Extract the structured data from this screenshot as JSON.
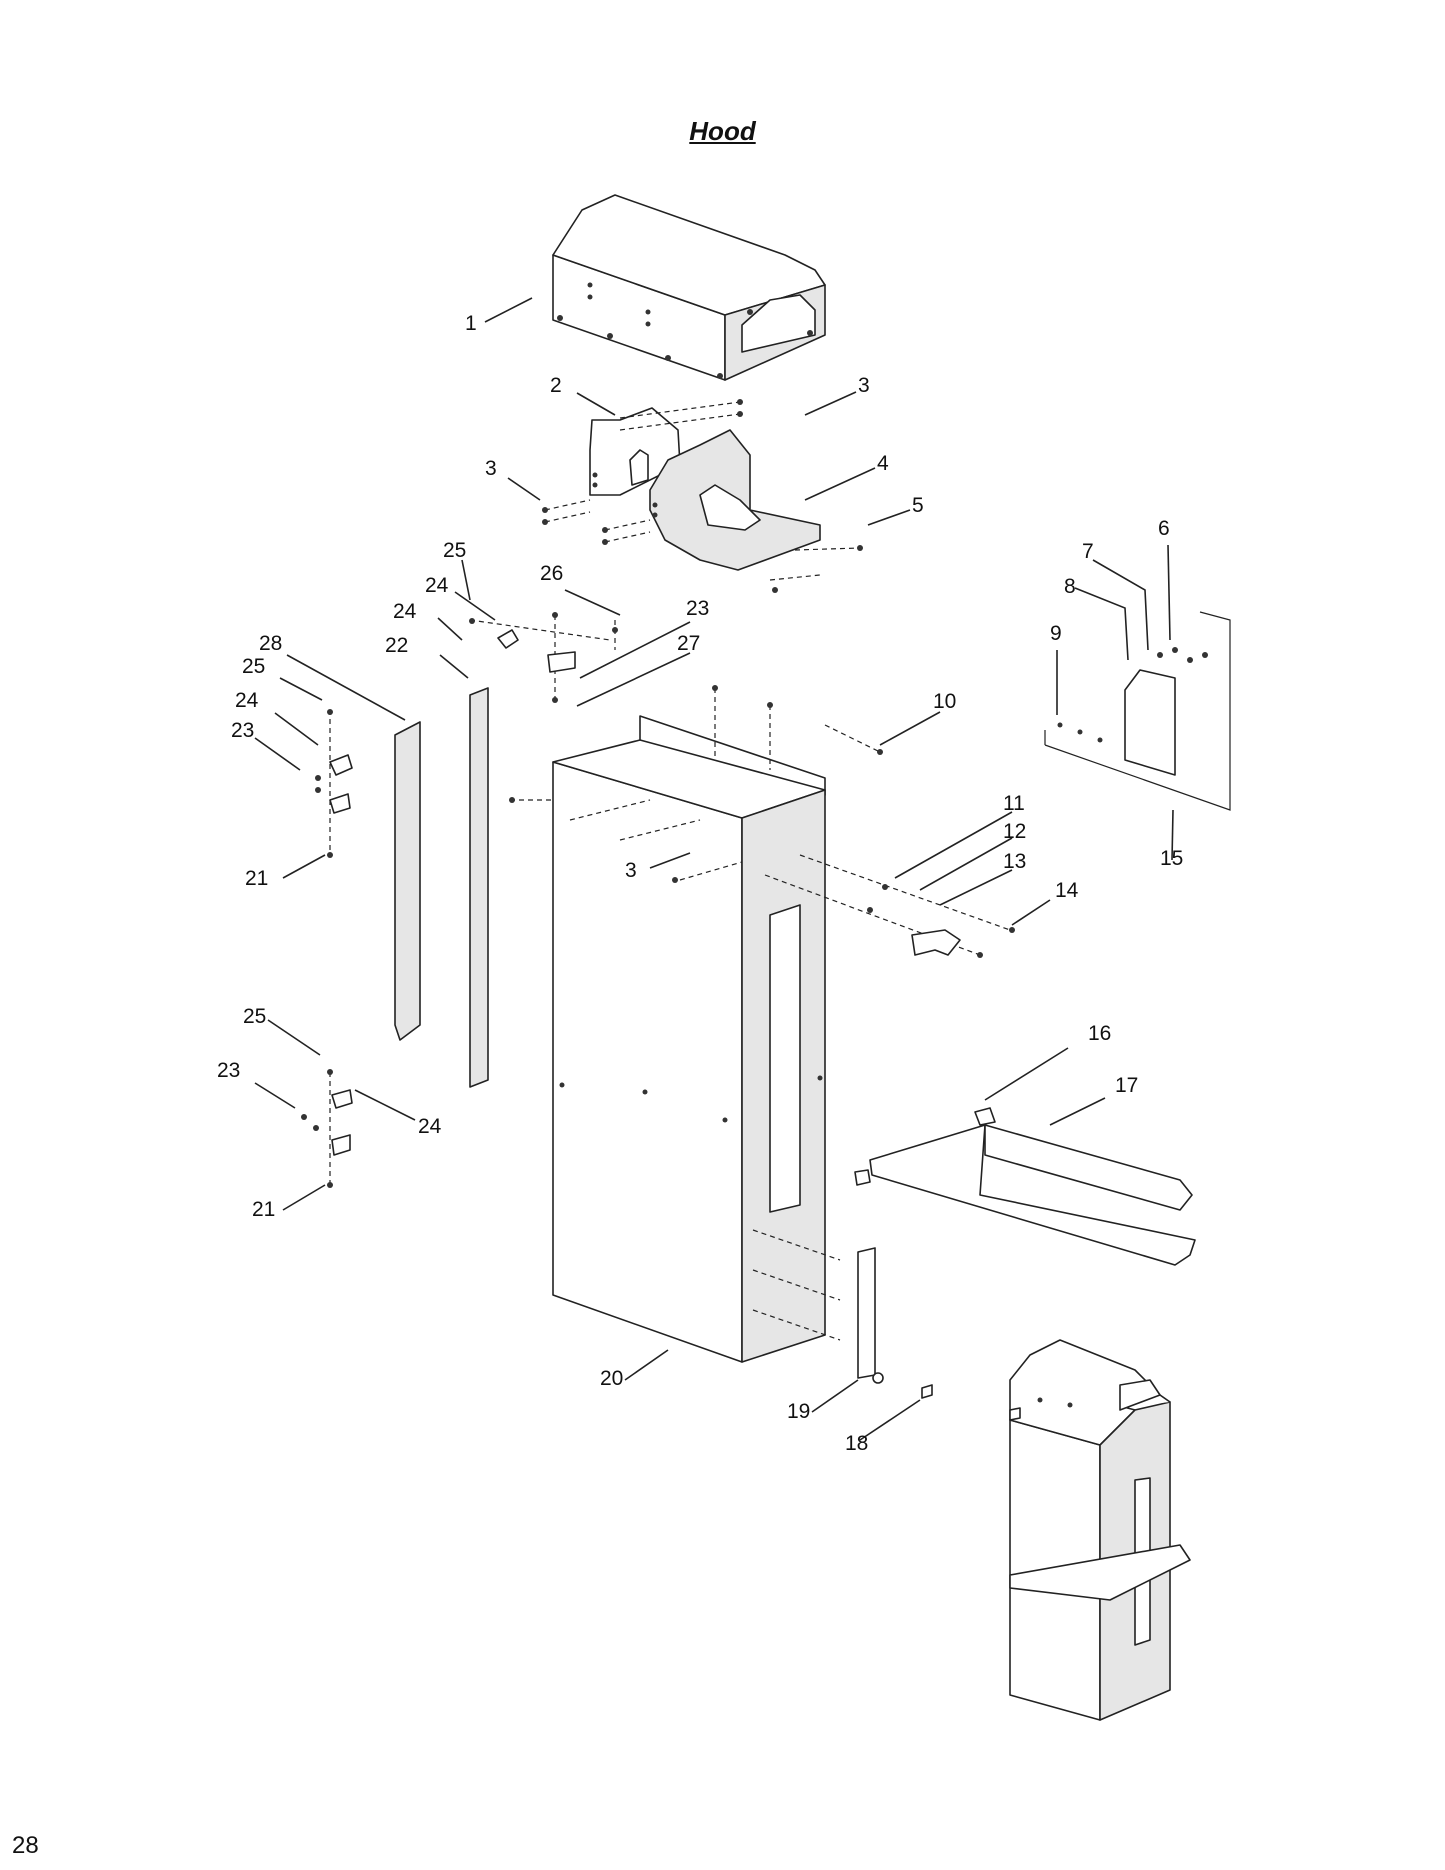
{
  "page": {
    "title": "Hood",
    "page_number": "28"
  },
  "callouts": [
    "1",
    "2",
    "3",
    "3",
    "4",
    "5",
    "6",
    "7",
    "8",
    "9",
    "25",
    "26",
    "24",
    "23",
    "24",
    "27",
    "22",
    "28",
    "25",
    "24",
    "23",
    "10",
    "21",
    "3",
    "11",
    "12",
    "13",
    "14",
    "15",
    "25",
    "16",
    "17",
    "23",
    "24",
    "21",
    "20",
    "19",
    "18"
  ]
}
